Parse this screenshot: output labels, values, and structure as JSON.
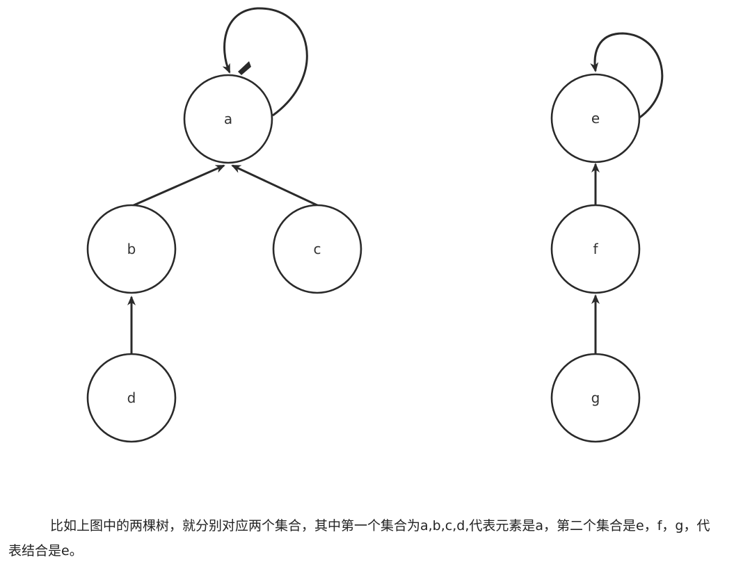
{
  "diagram": {
    "nodes": [
      {
        "id": "a",
        "label": "a"
      },
      {
        "id": "b",
        "label": "b"
      },
      {
        "id": "c",
        "label": "c"
      },
      {
        "id": "d",
        "label": "d"
      },
      {
        "id": "e",
        "label": "e"
      },
      {
        "id": "f",
        "label": "f"
      },
      {
        "id": "g",
        "label": "g"
      }
    ],
    "edges": [
      {
        "from": "b",
        "to": "a"
      },
      {
        "from": "c",
        "to": "a"
      },
      {
        "from": "d",
        "to": "b"
      },
      {
        "from": "f",
        "to": "e"
      },
      {
        "from": "g",
        "to": "f"
      },
      {
        "from": "a",
        "to": "a",
        "self_loop": true
      },
      {
        "from": "e",
        "to": "e",
        "self_loop": true
      }
    ]
  },
  "caption": {
    "text": "比如上图中的两棵树，就分别对应两个集合，其中第一个集合为a,b,c,d,代表元素是a，第二个集合是e，f，g，代表结合是e。"
  }
}
